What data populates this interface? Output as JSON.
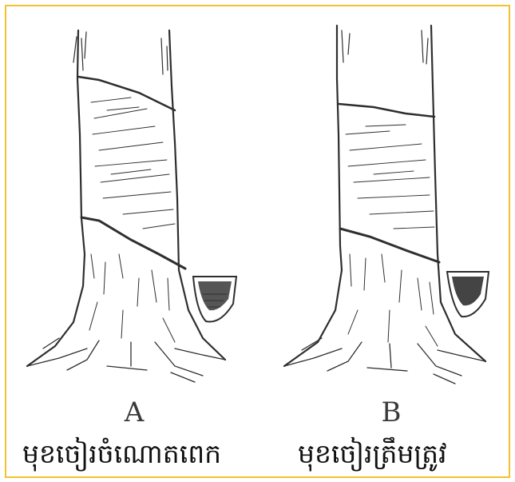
{
  "panels": [
    {
      "letter": "A",
      "caption": "មុខចៀរចំណោតពេក"
    },
    {
      "letter": "B",
      "caption": "មុខចៀរត្រឹមត្រូវ"
    }
  ],
  "colors": {
    "frame": "#f2c230",
    "ink": "#2e2e2e"
  },
  "icons": [
    "tree-trunk-icon",
    "latex-cup-icon"
  ]
}
